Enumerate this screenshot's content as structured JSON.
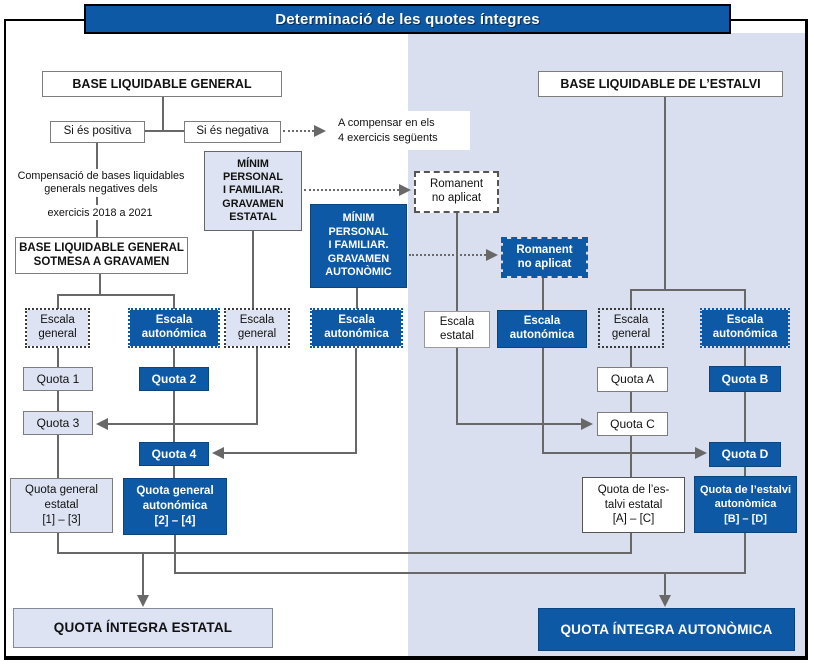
{
  "title": "Determinació de les quotes íntegres",
  "colors": {
    "dark_blue": "#0e59a6",
    "panel_background": "#d9dfee",
    "light_box": "#dde3f2",
    "connector": "#686868"
  },
  "nodes": {
    "base_liquidable_general": {
      "lines": [
        "BASE LIQUIDABLE GENERAL"
      ]
    },
    "base_liquidable_estalvi": {
      "lines": [
        "BASE LIQUIDABLE DE L’ESTALVI"
      ]
    },
    "si_es_positiva": {
      "lines": [
        "Si és positiva"
      ]
    },
    "si_es_negativa": {
      "lines": [
        "Si és negativa"
      ]
    },
    "a_compensar": {
      "lines": [
        "A compensar en els",
        "4 exercicis següents"
      ]
    },
    "compensacio": {
      "lines": [
        "Compensació de bases liquidables",
        "generals negatives dels"
      ]
    },
    "exercicis": {
      "lines": [
        "exercicis 2018 a 2021"
      ]
    },
    "base_sotmesa": {
      "lines": [
        "BASE LIQUIDABLE GENERAL",
        "SOTMESA A GRAVAMEN"
      ]
    },
    "minim_estatal": {
      "lines": [
        "MÍNIM",
        "PERSONAL",
        "I FAMILIAR.",
        "GRAVAMEN",
        "ESTATAL"
      ]
    },
    "minim_autonomic": {
      "lines": [
        "MÍNIM",
        "PERSONAL",
        "I FAMILIAR.",
        "GRAVAMEN",
        "AUTONÒMIC"
      ]
    },
    "romanent_estatal": {
      "lines": [
        "Romanent",
        "no aplicat"
      ]
    },
    "romanent_autonomic": {
      "lines": [
        "Romanent",
        "no aplicat"
      ]
    },
    "escala_general_1": {
      "lines": [
        "Escala",
        "general"
      ]
    },
    "escala_autonomica_1": {
      "lines": [
        "Escala",
        "autonómica"
      ]
    },
    "escala_general_2": {
      "lines": [
        "Escala",
        "general"
      ]
    },
    "escala_autonomica_2": {
      "lines": [
        "Escala",
        "autonómica"
      ]
    },
    "escala_estatal": {
      "lines": [
        "Escala",
        "estatal"
      ]
    },
    "escala_autonomica_3": {
      "lines": [
        "Escala",
        "autonómica"
      ]
    },
    "escala_general_3": {
      "lines": [
        "Escala",
        "general"
      ]
    },
    "escala_autonomica_4": {
      "lines": [
        "Escala",
        "autonómica"
      ]
    },
    "quota_1": {
      "lines": [
        "Quota 1"
      ]
    },
    "quota_2": {
      "lines": [
        "Quota 2"
      ]
    },
    "quota_3": {
      "lines": [
        "Quota 3"
      ]
    },
    "quota_4": {
      "lines": [
        "Quota 4"
      ]
    },
    "quota_a": {
      "lines": [
        "Quota A"
      ]
    },
    "quota_b": {
      "lines": [
        "Quota B"
      ]
    },
    "quota_c": {
      "lines": [
        "Quota C"
      ]
    },
    "quota_d": {
      "lines": [
        "Quota D"
      ]
    },
    "quota_general_estatal": {
      "lines": [
        "Quota general",
        "estatal",
        "[1] – [3]"
      ]
    },
    "quota_general_autonomica": {
      "lines": [
        "Quota general",
        "autonómica",
        "[2] – [4]"
      ]
    },
    "quota_estalvi_estatal": {
      "lines": [
        "Quota de l’es-",
        "talvi estatal",
        "[A] – [C]"
      ]
    },
    "quota_estalvi_autonomica": {
      "lines": [
        "Quota de l’estalvi",
        "autonòmica",
        "[B] – [D]"
      ]
    },
    "quota_integra_estatal": {
      "lines": [
        "QUOTA ÍNTEGRA ESTATAL"
      ]
    },
    "quota_integra_autonomica": {
      "lines": [
        "QUOTA ÍNTEGRA AUTONÒMICA"
      ]
    }
  }
}
